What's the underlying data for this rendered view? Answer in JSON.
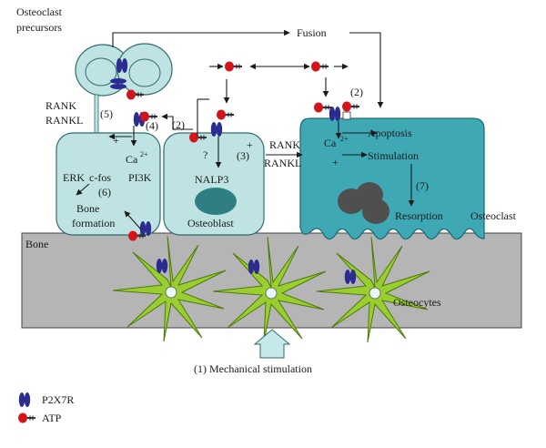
{
  "labels": {
    "osteoclast_precursors_1": "Osteoclast",
    "osteoclast_precursors_2": "precursors",
    "fusion": "Fusion",
    "rank_left": "RANK",
    "rankl_left": "RANKL",
    "rank_mid": "RANK",
    "rankl_mid": "RANKL",
    "step1": "(1) Mechanical stimulation",
    "step2_left": "(2)",
    "step2_right": "(2)",
    "step3": "(3)",
    "step4": "(4)",
    "step5": "(5)",
    "step6": "(6)",
    "step7": "(7)",
    "ca_left": "Ca",
    "ca_right": "Ca",
    "ca_sup": "2+",
    "plus": "+",
    "question": "?",
    "erk": "ERK",
    "cfos": "c-fos",
    "pi3k": "PI3K",
    "bone_formation_1": "Bone",
    "bone_formation_2": "formation",
    "nalp3": "NALP3",
    "osteoblast": "Osteoblast",
    "apoptosis": "Apoptosis",
    "stimulation": "Stimulation",
    "resorption": "Resorption",
    "osteoclast": "Osteoclast",
    "bone": "Bone",
    "osteocytes": "Osteocytes"
  },
  "legend": {
    "p2x7r": "P2X7R",
    "atp": "ATP"
  },
  "colors": {
    "cell_light": "#bfe3e3",
    "cell_stroke": "#2f6b70",
    "osteoclast": "#3ea9b4",
    "nucleus": "#2f7f82",
    "nucleus_dark": "#4f4f4f",
    "bone": "#b5b5b5",
    "osteocyte": "#9acd2f",
    "p2x7r": "#2b2c8f",
    "atp_head": "#d4141b",
    "arrow_fill": "#c5e8e8"
  }
}
